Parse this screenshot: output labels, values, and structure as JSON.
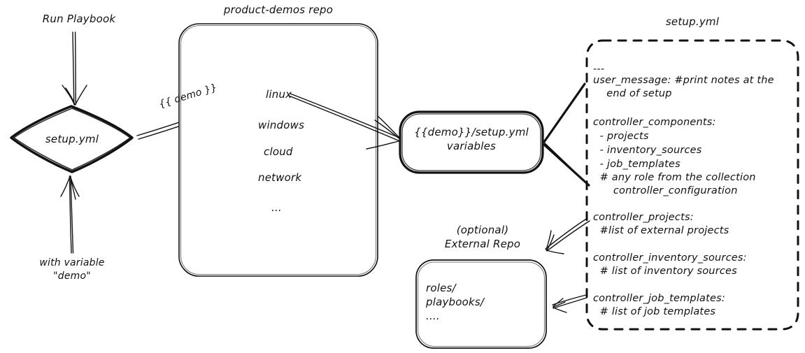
{
  "diagram": {
    "title": "Ansible product-demos setup.yml flow",
    "stroke_color": "#111111",
    "background_color": "#ffffff"
  },
  "labels": {
    "run_playbook": "Run Playbook",
    "with_variable": "with variable",
    "with_variable_value": "\"demo\"",
    "repo_title": "product-demos repo",
    "demo_edge": "{{ demo }}",
    "external_repo_line1": "(optional)",
    "external_repo_line2": "External Repo",
    "setup_panel_title": "setup.yml"
  },
  "nodes": {
    "setup_diamond": {
      "label": "setup.yml",
      "shape": "diamond"
    },
    "demo_vars": {
      "line1": "{{demo}}/setup.yml",
      "line2": "variables",
      "shape": "rounded-rect"
    },
    "external_repo": {
      "lines": [
        "roles/",
        "playbooks/",
        "...."
      ],
      "shape": "rounded-rect"
    }
  },
  "repo_contents": {
    "items": [
      "linux",
      "windows",
      "cloud",
      "network",
      "..."
    ]
  },
  "setup_panel": {
    "title": "setup.yml",
    "blocks": [
      {
        "id": "doc-start",
        "lines": [
          "---"
        ]
      },
      {
        "id": "user-message",
        "lines": [
          "user_message: #print notes at the",
          "    end of setup"
        ]
      },
      {
        "id": "controller-components",
        "lines": [
          "controller_components:",
          "  - projects",
          "  - inventory_sources",
          "  - job_templates",
          "  # any role from the collection",
          "      controller_configuration"
        ]
      },
      {
        "id": "controller-projects",
        "lines": [
          "controller_projects:",
          "  #list of external projects"
        ]
      },
      {
        "id": "controller-inventory-sources",
        "lines": [
          "controller_inventory_sources:",
          "  # list of inventory sources"
        ]
      },
      {
        "id": "controller-job-templates",
        "lines": [
          "controller_job_templates:",
          "  # list of job templates"
        ]
      }
    ]
  }
}
